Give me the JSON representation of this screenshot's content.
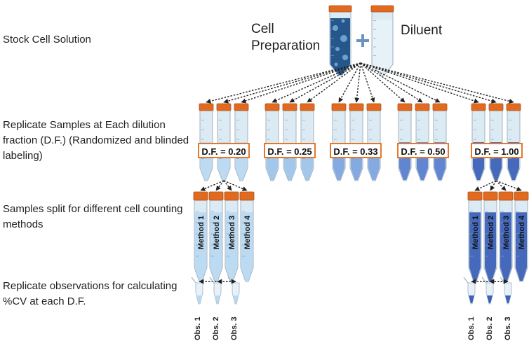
{
  "stages": {
    "stock": "Stock Cell Solution",
    "replicate": "Replicate Samples at Each dilution fraction (D.F.) (Randomized and blinded labeling)",
    "split": "Samples split for different cell counting methods",
    "observations": "Replicate observations for calculating %CV at each D.F."
  },
  "top": {
    "cell_preparation": "Cell Preparation",
    "plus": "+",
    "diluent": "Diluent"
  },
  "dilution_fractions": [
    "D.F. = 0.20",
    "D.F. = 0.25",
    "D.F. = 0.33",
    "D.F. = 0.50",
    "D.F. = 1.00"
  ],
  "methods": [
    "Method 1",
    "Method 2",
    "Method 3",
    "Method 4"
  ],
  "observations": [
    "Obs. 1",
    "Obs. 2",
    "Obs. 3"
  ],
  "colors": {
    "cap": "#e06a1f",
    "tube_glass": "#dceaf4",
    "tube_outline": "#9fb3c2",
    "df_box_border": "#e5772b",
    "liquid_levels": [
      "#b9d9f0",
      "#9fc4ea",
      "#7fa6e0",
      "#5b7fd0",
      "#3d62b8"
    ],
    "cell_prep": "#1b4f86",
    "arrow": "#222222"
  }
}
